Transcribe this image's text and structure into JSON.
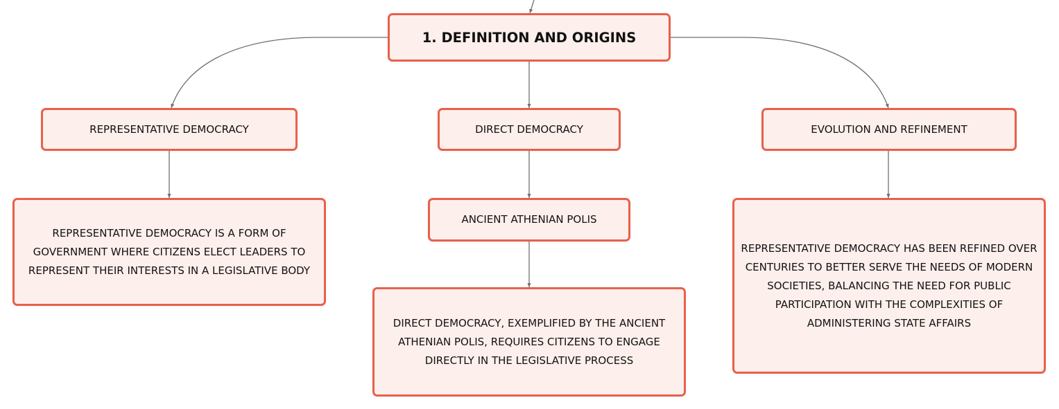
{
  "colors": {
    "node_border": "#e8604c",
    "node_fill": "#fdefec",
    "connector": "#6f6f6f",
    "text": "#111111"
  },
  "mindmap": {
    "root": {
      "label": "1. DEFINITION AND ORIGINS"
    },
    "branches": [
      {
        "label": "REPRESENTATIVE DEMOCRACY",
        "detail": "REPRESENTATIVE DEMOCRACY IS A FORM OF GOVERNMENT WHERE CITIZENS ELECT LEADERS TO REPRESENT THEIR INTERESTS IN A LEGISLATIVE BODY"
      },
      {
        "label": "DIRECT DEMOCRACY",
        "sub": "ANCIENT ATHENIAN POLIS",
        "detail": "DIRECT DEMOCRACY, EXEMPLIFIED BY THE ANCIENT ATHENIAN POLIS, REQUIRES CITIZENS TO ENGAGE DIRECTLY IN THE LEGISLATIVE PROCESS"
      },
      {
        "label": "EVOLUTION AND REFINEMENT",
        "detail": "REPRESENTATIVE DEMOCRACY HAS BEEN REFINED OVER CENTURIES TO BETTER SERVE THE NEEDS OF MODERN SOCIETIES, BALANCING THE NEED FOR PUBLIC PARTICIPATION WITH THE COMPLEXITIES OF ADMINISTERING STATE AFFAIRS"
      }
    ]
  }
}
